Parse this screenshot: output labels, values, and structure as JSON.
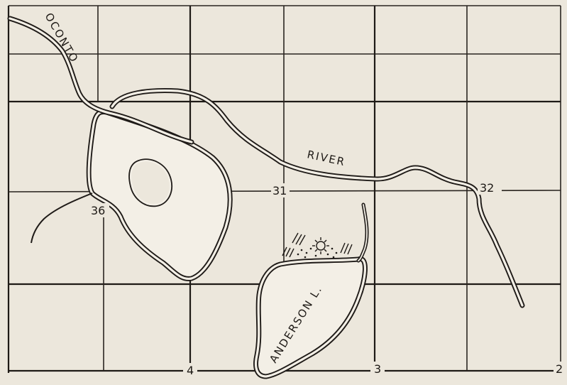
{
  "map": {
    "labels": {
      "river_upper": "OCONTO",
      "river_lower": "RIVER",
      "lake": "ANDERSON L."
    },
    "sections": {
      "s36": "36",
      "s31": "31",
      "s32": "32",
      "s4": "4",
      "s3": "3",
      "s2": "2"
    },
    "colors": {
      "paper": "#ece7dc",
      "ink": "#1e1a16",
      "water": "#f3efe6"
    }
  }
}
